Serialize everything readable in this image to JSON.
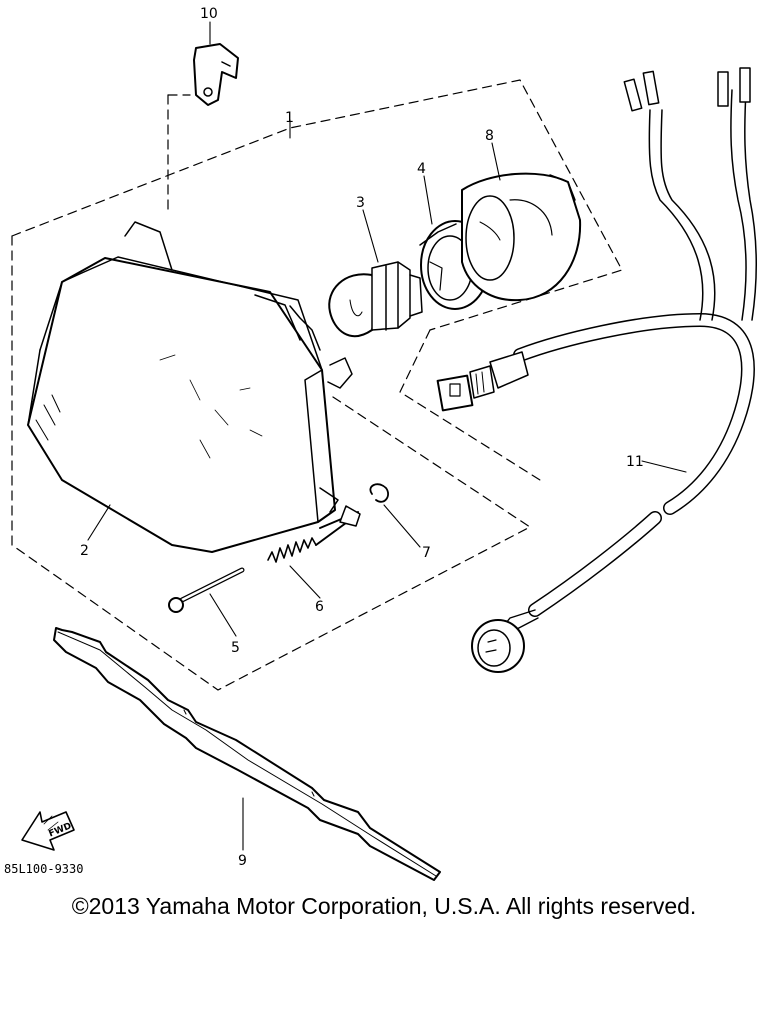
{
  "callouts": {
    "c1": "1",
    "c2": "2",
    "c3": "3",
    "c4": "4",
    "c5": "5",
    "c6": "6",
    "c7": "7",
    "c8": "8",
    "c9": "9",
    "c10": "10",
    "c11": "11"
  },
  "arrow_label": "FWD",
  "drawing_code": "85L100-9330",
  "copyright": "©2013 Yamaha Motor Corporation, U.S.A. All rights reserved."
}
